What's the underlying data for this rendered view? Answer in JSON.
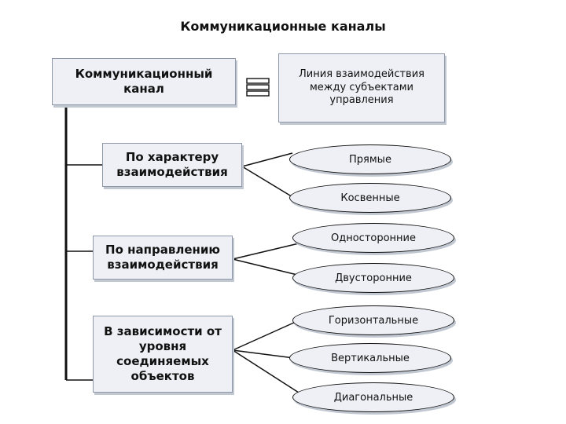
{
  "title": "Коммуникационные каналы",
  "main_box": "Коммуникационный\nканал",
  "definition": "Линия взаимодействия\nмежду субъектами\nуправления",
  "criteria": [
    {
      "label": "По характеру\nвзаимодействия",
      "types": [
        "Прямые",
        "Косвенные"
      ]
    },
    {
      "label": "По направлению\nвзаимодействия",
      "types": [
        "Односторонние",
        "Двусторонние"
      ]
    },
    {
      "label": "В зависимости от\nуровня\nсоединяемых\nобъектов",
      "types": [
        "Горизонтальные",
        "Вертикальные",
        "Диагональные"
      ]
    }
  ]
}
